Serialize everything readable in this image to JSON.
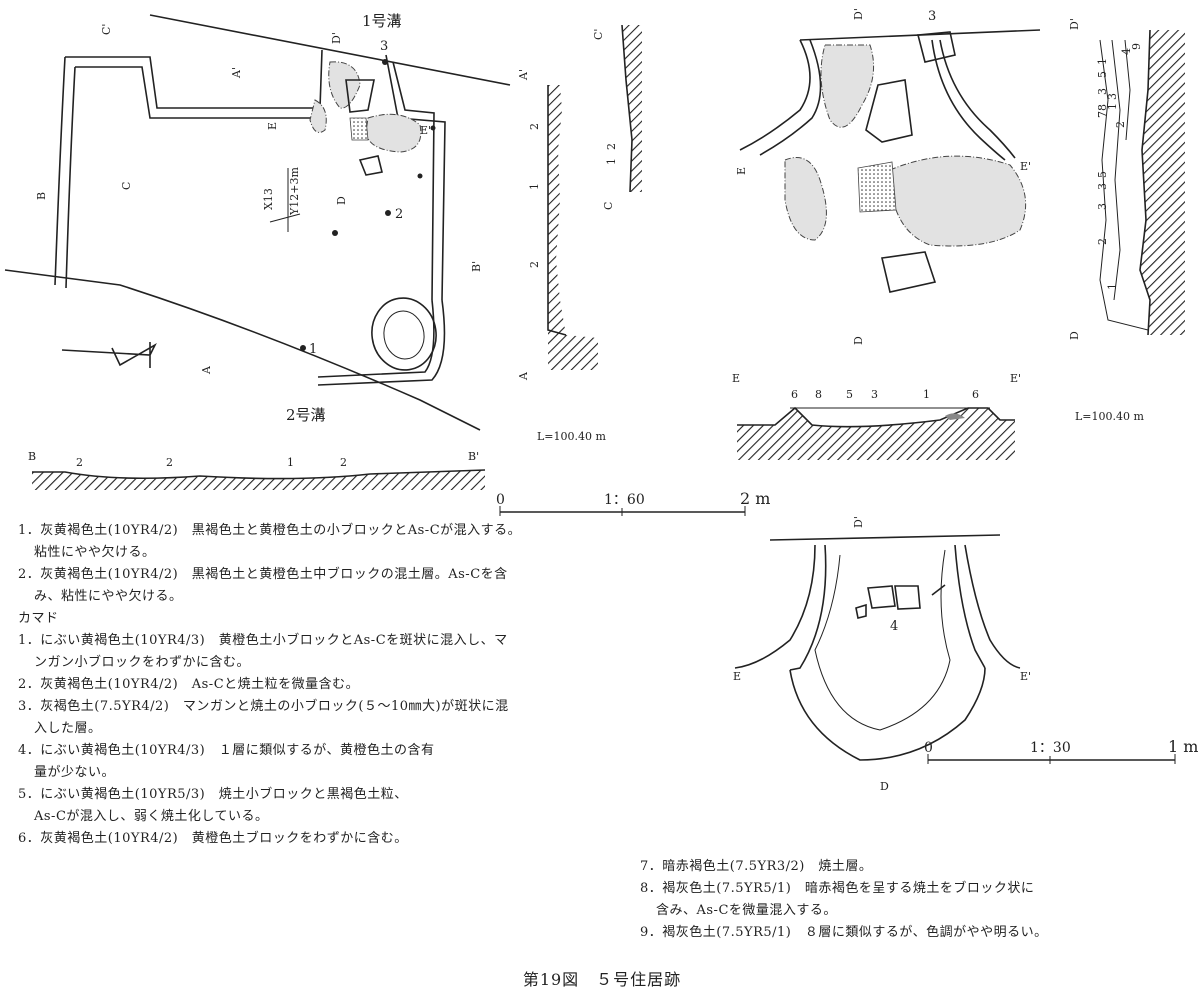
{
  "plan": {
    "ditch1": "1号溝",
    "ditch2": "2号溝",
    "grid_x": "X13",
    "grid_y": "Y12+3m",
    "points": [
      "A",
      "A'",
      "B",
      "B'",
      "C",
      "C'",
      "D",
      "D'",
      "E",
      "E'"
    ],
    "spot_labels": [
      "1",
      "2",
      "3"
    ]
  },
  "sections": {
    "layer_marks_ab": [
      "2",
      "1",
      "2"
    ],
    "layer_marks_cc": [
      "2",
      "1"
    ],
    "layer_marks_bb": [
      "2",
      "2",
      "1",
      "2"
    ],
    "layer_marks_ee": [
      "6",
      "8",
      "5",
      "3",
      "1",
      "6"
    ],
    "layer_marks_dd": [
      "4",
      "9",
      "1",
      "5",
      "3",
      "78",
      "3",
      "1",
      "2",
      "3",
      "5",
      "3",
      "2",
      "1"
    ],
    "level_left": "L=100.40 m",
    "level_right": "L=100.40 m"
  },
  "kamado_detail_label": "4",
  "scales": {
    "left": {
      "start": "0",
      "mid": "1：60",
      "end": "2 m"
    },
    "right": {
      "start": "0",
      "mid": "1：30",
      "end": "1 m"
    }
  },
  "legend_left": [
    {
      "text": "1．灰黄褐色土(10YR4/2)　黒褐色土と黄橙色土の小ブロックとAs-Cが混入する。",
      "cont": "粘性にやや欠ける。"
    },
    {
      "text": "2．灰黄褐色土(10YR4/2)　黒褐色土と黄橙色土中ブロックの混土層。As-Cを含",
      "cont": "み、粘性にやや欠ける。"
    },
    {
      "text": "カマド",
      "cont": ""
    },
    {
      "text": "1．にぶい黄褐色土(10YR4/3)　黄橙色土小ブロックとAs-Cを斑状に混入し、マ",
      "cont": "ンガン小ブロックをわずかに含む。"
    },
    {
      "text": "2．灰黄褐色土(10YR4/2)　As-Cと焼土粒を微量含む。",
      "cont": ""
    },
    {
      "text": "3．灰褐色土(7.5YR4/2)　マンガンと焼土の小ブロック(５～10㎜大)が斑状に混",
      "cont": "入した層。"
    },
    {
      "text": "4．にぶい黄褐色土(10YR4/3)　１層に類似するが、黄橙色土の含有",
      "cont": "量が少ない。"
    },
    {
      "text": "5．にぶい黄褐色土(10YR5/3)　焼土小ブロックと黒褐色土粒、",
      "cont": "As-Cが混入し、弱く焼土化している。"
    },
    {
      "text": "6．灰黄褐色土(10YR4/2)　黄橙色土ブロックをわずかに含む。",
      "cont": ""
    }
  ],
  "legend_right": [
    {
      "text": "7．暗赤褐色土(7.5YR3/2)　焼土層。",
      "cont": ""
    },
    {
      "text": "8．褐灰色土(7.5YR5/1)　暗赤褐色を呈する焼土をブロック状に",
      "cont": "含み、As-Cを微量混入する。"
    },
    {
      "text": "9．褐灰色土(7.5YR5/1)　８層に類似するが、色調がやや明るい。",
      "cont": ""
    }
  ],
  "caption": "第19図　５号住居跡"
}
